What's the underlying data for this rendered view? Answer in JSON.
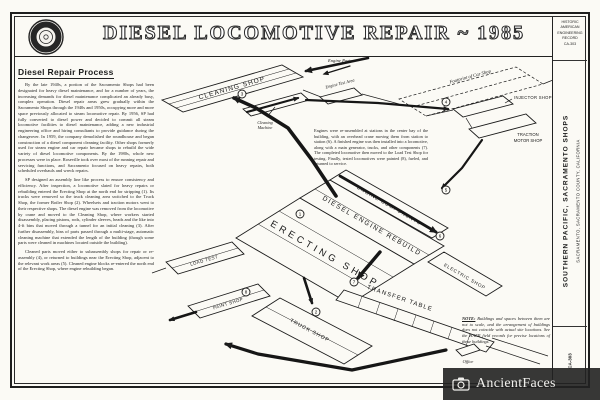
{
  "title": {
    "text": "DIESEL LOCOMOTIVE REPAIR ~ 1985"
  },
  "left_column": {
    "heading": "Diesel Repair Process",
    "paragraphs": [
      "By the late 1940s, a portion of the Sacramento Shops had been designated for heavy diesel maintenance, and for a number of years, the increasing demands for diesel maintenance complicated an already busy, complex operation. Diesel repair areas grew gradually within the Sacramento Shops through the 1940s and 1950s, occupying more and more space previously allocated to steam locomotive repair. By 1956, SP had fully converted to diesel power and decided to commit all steam locomotive facilities to diesel maintenance, adding a new industrial engineering office and hiring consultants to provide guidance during the changeover. In 1959, the company demolished the roundhouse and began construction of a diesel component cleaning facility. Other shops formerly used for steam engine and car repair became shops to rebuild the wide variety of diesel locomotive components. By the 1980s, whole new processes were in place. Roseville took over most of the running repair and servicing functions, and Sacramento focused on heavy repairs, both scheduled overhauls and wreck repairs.",
      "SP designed an assembly line like process to ensure consistency and efficiency. After inspection, a locomotive slated for heavy repairs or rebuilding entered the Erecting Shop at the north end for stripping (1). Its trucks were removed so the truck cleaning area switched to the Truck Shop, the former Boiler Shop (2). Wheelsets and traction motors went to their respective shops. The diesel engine was removed from the locomotive by crane and moved to the Cleaning Shop, where workers started disassembly, placing pistons, rods, cylinder sleeves, heads and the like into 4-ft bins that moved through a tunnel for an initial cleaning (3). After further disassembly, bins of parts passed through a multi-stage, automatic cleaning machine that extended the length of the building (though some parts were cleaned in machines located outside the building).",
      "Cleaned parts moved either to subassembly shops for repair or re-assembly (4), or returned to buildings near the Erecting Shop, adjacent to the relevant work areas (5). Cleaned engine blocks re-entered the north end of the Erecting Shop, where engine rebuilding began."
    ]
  },
  "center_text": "Engines were re-assembled at stations in the center bay of the building, with an overhead crane moving them from station to station (6). A finished engine was then installed into a locomotive, along with a main generator, trucks, and other components (7). The completed locomotive then moved to the Load Test Shop for testing. Finally, tested locomotives were painted (8), fueled, and returned to service.",
  "note": {
    "label": "NOTE:",
    "text": " Buildings and spaces between them are not to scale, and the arrangement of buildings does not coincide with actual site locations. See the HAER field records for precise locations of these buildings."
  },
  "drawing": {
    "labels": {
      "cleaning_shop": "CLEANING SHOP",
      "cleaning_machine_line1": "Cleaning",
      "cleaning_machine_line2": "Machine",
      "engine_test_area": "Engine Test Area",
      "engine_parts": "Engine Parts",
      "car_shop_footprint": "Footprint of Car Shop",
      "injector_shop": "INJECTOR SHOP",
      "traction_motor_line1": "TRACTION",
      "traction_motor_line2": "MOTOR SHOP",
      "engine_components": "ENGINE COMPONENTS",
      "diesel_engine_rebuild": "DIESEL ENGINE REBUILD",
      "electric_shop": "ELECTRIC SHOP",
      "erecting_shop": "ERECTING SHOP",
      "transfer_table": "TRANSFER TABLE",
      "truck_shop": "TRUCK SHOP",
      "load_test": "LOAD TEST",
      "paint_shop": "PAINT SHOP",
      "office": "Office"
    },
    "steps": [
      "1",
      "2",
      "3",
      "4",
      "5",
      "6",
      "7",
      "8"
    ]
  },
  "titleblock": {
    "record_lines": [
      "HISTORIC AMERICAN",
      "ENGINEERING RECORD",
      "CA-303"
    ],
    "main_title": "SOUTHERN PACIFIC, SACRAMENTO SHOPS",
    "subtitle": "SACRAMENTO, SACRAMENTO COUNTY, CALIFORNIA",
    "survey_number": "CA-303"
  },
  "watermark": {
    "text": "AncientFaces"
  }
}
